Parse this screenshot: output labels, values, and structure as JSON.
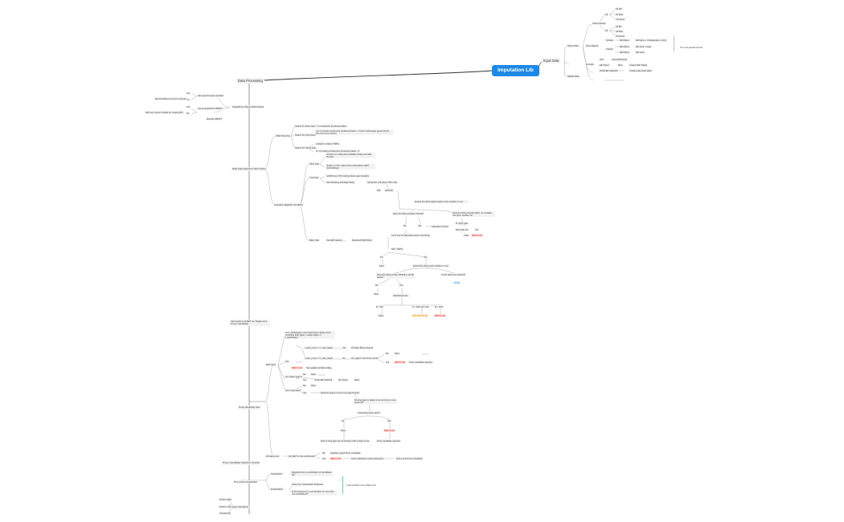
{
  "root": {
    "label": "Imputation Lib"
  },
  "input_data": {
    "label": "Input Data",
    "planet_data": "Planet Data",
    "asset_classes": "Asset Classes",
    "s2": "S2",
    "s2_leaves": [
      "S2 SR",
      "S2 Raw",
      "CS Score"
    ],
    "l8": "L8",
    "l8_leaves": [
      "L8 SR",
      "L8 Raw",
      "CS Score"
    ],
    "input_objects": "Input Objects",
    "surface": "Surface",
    "ee_object_1": "EE Object",
    "ee_object_1_leaf": "EE Name + Unique(asset + time)",
    "custom": "Custom",
    "ee_object_2": "EE Object",
    "ee_object_2_leaf": "EE name + layer",
    "ee_object_3": "EE Object",
    "ee_object_3_leaf": "EE name",
    "note": "The most granular level ID",
    "formats": "Formats",
    "geojson": "Geo",
    "geojson_leaf": "GeoJSON (Geo)",
    "ee_object_4": "EE Object",
    "ee_object_4_leaf": "Rect",
    "ee_object_4_sub": "Create GDF Tables",
    "json_to_ee": "JSON EE Object(fi)",
    "json_to_ee_leaf": "Create a EE Asset table",
    "rpmd_table": "RPMD Table"
  },
  "data_processing": {
    "label": "Data Processing",
    "target_proxy": "Target/Proxy Object Initial Checks",
    "has_overlap": "Has input the area overlap?",
    "remove_overlap": "Remove/Select common intervals",
    "yes_1": "Yes",
    "no_1": "No",
    "specified_rpm": "Are as specified in RPMCT",
    "add_fields": "Add new names of fields for missing RTs",
    "exclude_rpm": "Exclude RPMCT",
    "yes_2": "Yes",
    "no_2": "No",
    "gap_detection": "Data Gap Detection (EO Facts)",
    "initial_scanning": "Initial Scanning",
    "search_short": "Search for Short Gaps",
    "short_rule": "< 3 consecutive (business) dates",
    "search_long": "Search for Long Gaps",
    "long_rule": "4 or 6 months consecutive (business) dates > 0 (sum) starts gaps (governed by the end of time series)",
    "search_infinite": "Search for Infinite Gap",
    "infinite_rule_1": "mulitple no data in RPMs",
    "infinite_rule_2": "N x 6 missing consecutive (business) dates > 6",
    "imputation_eligibility": "Imputation Eligibility Test (EET)",
    "short_gap": "Short Gap",
    "short_gap_1": "At least 1 no data point available before and after the gap",
    "short_gap_2": "(Index): to from value linear interpolation (EET methodology)",
    "long_gap": "Long Gap",
    "long_gap_1": "Left/Fill as a S=8 missing above gap (roughly)",
    "long_gap_2": "Set Left fitting and Right fitting",
    "eet_condition": "Set (EVS): Left (short 75% of R)",
    "fail_1": "Fail",
    "pass_1": "Add Pair",
    "extend_fitting": "Extend the fitting (data ranges) until condition is met",
    "contains_outlier": "Does the fitting includes OOFall?",
    "apply_ts": "Does the fitting includes fluffs, no condition met (from another run",
    "no_a": "No",
    "yes_a": "Yes",
    "calculate_outlier": "Calculate Ourliner",
    "pass_a": "Pass",
    "r_10pct": "R <10% past",
    "slow_flag": "Slow Flag",
    "no_b": "No",
    "yes_b": "Yes",
    "clear_b": "Clear",
    "red_flag_a": "RED FLAG",
    "basic_gap": "Basic Gap",
    "use_eet_passed": "Use EET passed",
    "expected_right_fitting": "Expected Right fitting",
    "let_n": "Let N is E of valid data points in the fitting",
    "n_condition": "S/N > 80(%)",
    "no_c": "No",
    "yes_c": "Yes",
    "pass_c": "Pass",
    "extend_2": "Extend the fitting until condition is met",
    "contains_2": "Does the fitting contain NDVail or stil fill/ appear",
    "is_valid": "Is this valid and resolved?",
    "flag_blue": "FLAG",
    "no_d": "No",
    "yes_d": "Yes",
    "pass_d": "Pass",
    "calculate_errors": "Calculate Errors",
    "r_1": "R > 5%",
    "r_2": "5 > 10% and >3%",
    "r_3": "R > 10%",
    "pass_e": "Pass",
    "yellow_flag": "YELLOW FLAG",
    "red_flag_b": "RED FLAG"
  },
  "intersection": {
    "label": "Intersection of EET for Target and Proxy Candidate",
    "proxy_eligibility": "Proxy Eligibility Test",
    "eet_gaps": "EET Gaps",
    "let_rule": "Let I_start(target) is the beginning of Target curve (including both gaps). Lookup target == I_start(target)",
    "start_proxy_eq": "I_start_proxy == I_start_target",
    "yes_p1": "Yes",
    "still_gaps": "Fill basic filling required",
    "start_proxy_lt": "I_start_proxy <= I_start_target",
    "yes_p2": "Yes",
    "no_p2": "No",
    "any_gaps": "Any gaps in the Proxy curve?",
    "no_p3": "No",
    "pass_p3": "Pass",
    "yes_p3": "Yes",
    "red_flag_p1": "RED FLAG",
    "proxy_candidate": "Proxy candidate rejected",
    "red_flag_p2": "RED FLAG",
    "not_suitable": "Not suitable for Back Filling",
    "any_mask": "Any Mask region?",
    "no_p4": "No",
    "pass_p4": "Pass",
    "yes_p4": "Yes",
    "under_eet": "Under EET Method",
    "no_check": "No Check",
    "pass_p5": "Pass",
    "any_long": "Any Long Gaps?",
    "no_p6": "No",
    "pass_p6": "Pass",
    "yes_p6": "Yes",
    "examine": "Examine target vs proxy long gap location",
    "do_intersect": "Do long gaps in target curve and proxy curve intersect?",
    "intersecting": "Intersecting each other?",
    "no_p7": "No",
    "yes_p7": "Yes",
    "pass_p7": "Pass",
    "red_flag_p3": "RED FLAG",
    "no_intersect": "Proxy's long gaps do not interfere with a target curve",
    "rejected": "Proxy candidate rejected",
    "all_gaps": "All Gaps level",
    "any_eet": "Any EET in time at all levels?",
    "no_p8": "No",
    "possibly": "possibly a good Proxy candidate",
    "yes_p8": "Yes",
    "red_flag_p4": "RED FLAG",
    "calibration": "Proxy Calibration (Gains detection)",
    "find_new": "Find a new Proxy Candidate"
  },
  "proxy_selection": {
    "label": "Proxy Candidate Selection Section",
    "time_series": "Time series extrapolation",
    "interpolation": "Interpolation",
    "interp_rule": "Required from a combination of candidates (R)",
    "extrapolation": "Extrapolation",
    "extrap_rule_1": "using only \"reasonable\" distances",
    "extrap_rule_2": "Is the Extrapol on a combination of more than one candidate R?",
    "note": "It also possible to be multiple of all"
  },
  "target_imputation": {
    "label": "Target Imputation",
    "leaves": [
      "Perform EET",
      "Perform LIR",
      "Imputed (R)"
    ]
  }
}
